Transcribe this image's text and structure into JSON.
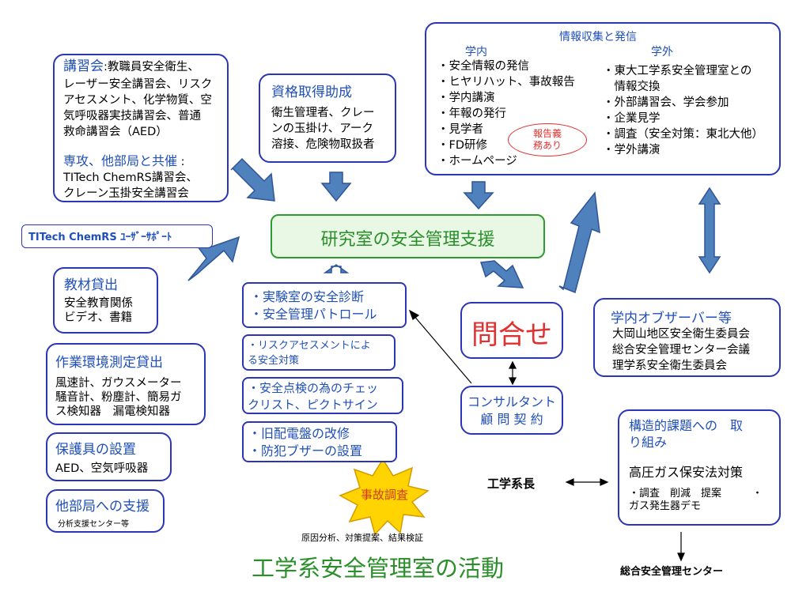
{
  "colors": {
    "box_border": "#2a36b5",
    "heading_blue": "#1f4fb8",
    "arrow_fill": "#4f81bd",
    "arrow_stroke": "#2f5597",
    "center_fill": "#e8f8e4",
    "center_border": "#2e9b2e",
    "center_text": "#2a8f2a",
    "inquiry_text": "#e03030",
    "title_green": "#2a8f2a",
    "accident_fill": "#ffd400",
    "accident_text": "#d03b1f",
    "callout_red": "#e03030"
  },
  "lecture": {
    "heading": "講習会",
    "lines": [
      ":教職員安全衛生、",
      "レーザー安全講習会、リスク",
      "アセスメント、化学物質、空",
      "気呼吸器実技講習会、普通",
      "救命講習会（AED）"
    ],
    "joint_heading": "専攻、他部局と共催",
    "joint_colon": ":",
    "joint_lines": [
      "TITech ChemRS講習会、",
      "クレーン玉掛安全講習会"
    ]
  },
  "qualification": {
    "heading": "資格取得助成",
    "lines": [
      "衛生管理者、クレー",
      "ンの玉掛け、アーク",
      "溶接、危険物取扱者"
    ]
  },
  "info": {
    "heading": "情報収集と発信",
    "internal": "学内",
    "external": "学外",
    "internal_items": [
      "・安全情報の発信",
      "・ヒヤリハット、事故報告",
      "・学内講演",
      "・年報の発行",
      "・見学者",
      "・FD研修",
      "・ホームページ"
    ],
    "external_items": [
      "・東大工学系安全管理室との",
      "　情報交換",
      "・外部講習会、学会参加",
      "・企業見学",
      "・調査（安全対策：東北大他）",
      "・学外講演"
    ],
    "callout": [
      "報告義",
      "務あり"
    ]
  },
  "chemrs": {
    "label": "TITech ChemRS ﾕｰｻﾞｰｻﾎﾟｰﾄ"
  },
  "center": {
    "label": "研究室の安全管理支援"
  },
  "materials": {
    "heading": "教材貸出",
    "lines": [
      "安全教育関係",
      "ビデオ、書籍"
    ]
  },
  "environment": {
    "heading": "作業環境測定貸出",
    "lines": [
      "風速計、ガウスメーター",
      "騒音計、粉塵計、簡易ガ",
      "ス検知器　漏電検知器"
    ]
  },
  "protective": {
    "heading": "保護具の設置",
    "lines": [
      "AED、空気呼吸器"
    ]
  },
  "support": {
    "heading": "他部局への支援",
    "line": "分析支援センター等"
  },
  "diagnosis": {
    "lines": [
      "・実験室の安全診断",
      "・安全管理パトロール"
    ]
  },
  "risk": {
    "lines": [
      "・リスクアセスメントによ",
      "る安全対策"
    ]
  },
  "checklist": {
    "lines": [
      "・安全点検の為のチェッ",
      "クリスト、ピクトサイン"
    ]
  },
  "switchboard": {
    "lines": [
      "・旧配電盤の改修",
      "・防犯ブザーの設置"
    ]
  },
  "inquiry": {
    "label": "問合せ"
  },
  "consultant": {
    "lines": [
      "コンサルタント",
      "顧 問 契 約"
    ]
  },
  "observers": {
    "heading": "学内オブザーバー等",
    "lines": [
      "大岡山地区安全衛生委員会",
      "総合安全管理センター会議",
      "理学系安全衛生委員会"
    ]
  },
  "structural": {
    "heading_lines": [
      "構造的課題への　取",
      "り組み"
    ],
    "law": "高圧ガス保安法対策",
    "items": [
      "・調査　削減　提案　　　・",
      "ガス発生器デモ"
    ]
  },
  "dean": {
    "label": "工学系長"
  },
  "accident": {
    "label": "事故調査",
    "caption": "原因分析、対策提案、結果検証"
  },
  "title": {
    "label": "工学系安全管理室の活動"
  },
  "center_bottom": {
    "label": "総合安全管理センター"
  }
}
